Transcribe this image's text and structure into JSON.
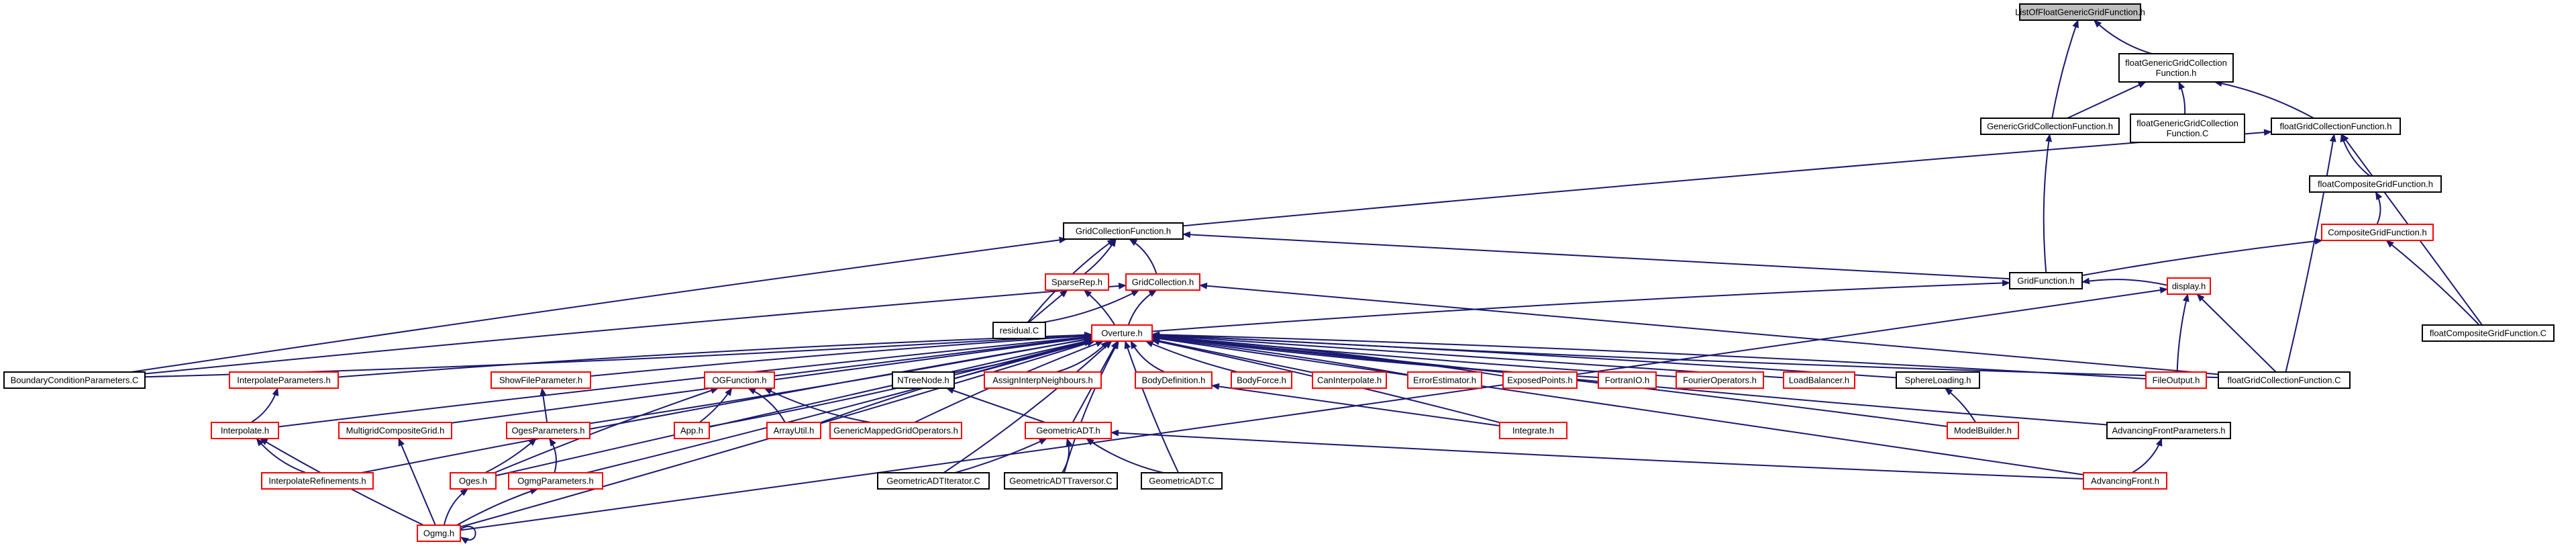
{
  "diagram": {
    "nodes": [
      {
        "id": "n0",
        "lines": [
          "ListOfFloatGenericGridFunction.h"
        ],
        "style": "root"
      },
      {
        "id": "n1",
        "lines": [
          "floatGenericGridCollection",
          "Function.h"
        ],
        "style": "black"
      },
      {
        "id": "n2",
        "lines": [
          "GenericGridCollectionFunction.h"
        ],
        "style": "black"
      },
      {
        "id": "n3",
        "lines": [
          "floatGenericGridCollection",
          "Function.C"
        ],
        "style": "black"
      },
      {
        "id": "n4",
        "lines": [
          "floatGridCollectionFunction.h"
        ],
        "style": "black"
      },
      {
        "id": "n5",
        "lines": [
          "floatCompositeGridFunction.h"
        ],
        "style": "black"
      },
      {
        "id": "n6",
        "lines": [
          "GridCollectionFunction.h"
        ],
        "style": "black"
      },
      {
        "id": "n7",
        "lines": [
          "CompositeGridFunction.h"
        ],
        "style": "red"
      },
      {
        "id": "n8",
        "lines": [
          "GridFunction.h"
        ],
        "style": "black"
      },
      {
        "id": "n9",
        "lines": [
          "SparseRep.h"
        ],
        "style": "red"
      },
      {
        "id": "n10",
        "lines": [
          "GridCollection.h"
        ],
        "style": "red"
      },
      {
        "id": "n11",
        "lines": [
          "residual.C"
        ],
        "style": "black"
      },
      {
        "id": "n12",
        "lines": [
          "display.h"
        ],
        "style": "red"
      },
      {
        "id": "n13",
        "lines": [
          "floatCompositeGridFunction.C"
        ],
        "style": "black"
      },
      {
        "id": "n14",
        "lines": [
          "Overture.h"
        ],
        "style": "red"
      },
      {
        "id": "n15",
        "lines": [
          "BoundaryConditionParameters.C"
        ],
        "style": "black"
      },
      {
        "id": "n16",
        "lines": [
          "InterpolateParameters.h"
        ],
        "style": "red"
      },
      {
        "id": "n17",
        "lines": [
          "ShowFileParameter.h"
        ],
        "style": "red"
      },
      {
        "id": "n18",
        "lines": [
          "OGFunction.h"
        ],
        "style": "red"
      },
      {
        "id": "n19",
        "lines": [
          "NTreeNode.h"
        ],
        "style": "black"
      },
      {
        "id": "n20",
        "lines": [
          "AssignInterpNeighbours.h"
        ],
        "style": "red"
      },
      {
        "id": "n21",
        "lines": [
          "BodyDefinition.h"
        ],
        "style": "red"
      },
      {
        "id": "n22",
        "lines": [
          "BodyForce.h"
        ],
        "style": "red"
      },
      {
        "id": "n23",
        "lines": [
          "CanInterpolate.h"
        ],
        "style": "red"
      },
      {
        "id": "n24",
        "lines": [
          "ErrorEstimator.h"
        ],
        "style": "red"
      },
      {
        "id": "n25",
        "lines": [
          "ExposedPoints.h"
        ],
        "style": "red"
      },
      {
        "id": "n26",
        "lines": [
          "FortranIO.h"
        ],
        "style": "red"
      },
      {
        "id": "n27",
        "lines": [
          "FourierOperators.h"
        ],
        "style": "red"
      },
      {
        "id": "n28",
        "lines": [
          "LoadBalancer.h"
        ],
        "style": "red"
      },
      {
        "id": "n29",
        "lines": [
          "SphereLoading.h"
        ],
        "style": "black"
      },
      {
        "id": "n30",
        "lines": [
          "FileOutput.h"
        ],
        "style": "red"
      },
      {
        "id": "n31",
        "lines": [
          "floatGridCollectionFunction.C"
        ],
        "style": "black"
      },
      {
        "id": "n32",
        "lines": [
          "Interpolate.h"
        ],
        "style": "red"
      },
      {
        "id": "n33",
        "lines": [
          "MultigridCompositeGrid.h"
        ],
        "style": "red"
      },
      {
        "id": "n34",
        "lines": [
          "OgesParameters.h"
        ],
        "style": "red"
      },
      {
        "id": "n35",
        "lines": [
          "App.h"
        ],
        "style": "red"
      },
      {
        "id": "n36",
        "lines": [
          "ArrayUtil.h"
        ],
        "style": "red"
      },
      {
        "id": "n37",
        "lines": [
          "GenericMappedGridOperators.h"
        ],
        "style": "red"
      },
      {
        "id": "n38",
        "lines": [
          "GeometricADT.h"
        ],
        "style": "red"
      },
      {
        "id": "n39",
        "lines": [
          "Integrate.h"
        ],
        "style": "red"
      },
      {
        "id": "n40",
        "lines": [
          "ModelBuilder.h"
        ],
        "style": "red"
      },
      {
        "id": "n41",
        "lines": [
          "AdvancingFrontParameters.h"
        ],
        "style": "black"
      },
      {
        "id": "n42",
        "lines": [
          "InterpolateRefinements.h"
        ],
        "style": "red"
      },
      {
        "id": "n43",
        "lines": [
          "Oges.h"
        ],
        "style": "red"
      },
      {
        "id": "n44",
        "lines": [
          "OgmgParameters.h"
        ],
        "style": "red"
      },
      {
        "id": "n45",
        "lines": [
          "GeometricADTIterator.C"
        ],
        "style": "black"
      },
      {
        "id": "n46",
        "lines": [
          "GeometricADTTraversor.C"
        ],
        "style": "black"
      },
      {
        "id": "n47",
        "lines": [
          "GeometricADT.C"
        ],
        "style": "black"
      },
      {
        "id": "n48",
        "lines": [
          "AdvancingFront.h"
        ],
        "style": "red"
      },
      {
        "id": "n49",
        "lines": [
          "Ogmg.h"
        ],
        "style": "red"
      }
    ],
    "edges": [
      [
        "n1",
        "n0"
      ],
      [
        "n2",
        "n0"
      ],
      [
        "n2",
        "n1"
      ],
      [
        "n3",
        "n1"
      ],
      [
        "n4",
        "n1"
      ],
      [
        "n5",
        "n4"
      ],
      [
        "n6",
        "n4"
      ],
      [
        "n13",
        "n4"
      ],
      [
        "n31",
        "n4"
      ],
      [
        "n7",
        "n5"
      ],
      [
        "n8",
        "n2"
      ],
      [
        "n8",
        "n7"
      ],
      [
        "n8",
        "n6"
      ],
      [
        "n9",
        "n6"
      ],
      [
        "n10",
        "n6"
      ],
      [
        "n11",
        "n6"
      ],
      [
        "n15",
        "n6"
      ],
      [
        "n11",
        "n9"
      ],
      [
        "n14",
        "n9"
      ],
      [
        "n11",
        "n10"
      ],
      [
        "n14",
        "n10"
      ],
      [
        "n15",
        "n10"
      ],
      [
        "n31",
        "n10"
      ],
      [
        "n13",
        "n7"
      ],
      [
        "n12",
        "n8"
      ],
      [
        "n14",
        "n8"
      ],
      [
        "n30",
        "n12"
      ],
      [
        "n31",
        "n12"
      ],
      [
        "n49",
        "n12"
      ],
      [
        "n15",
        "n14"
      ],
      [
        "n16",
        "n14"
      ],
      [
        "n17",
        "n14"
      ],
      [
        "n18",
        "n14"
      ],
      [
        "n19",
        "n14"
      ],
      [
        "n20",
        "n14"
      ],
      [
        "n21",
        "n14"
      ],
      [
        "n22",
        "n14"
      ],
      [
        "n23",
        "n14"
      ],
      [
        "n24",
        "n14"
      ],
      [
        "n25",
        "n14"
      ],
      [
        "n26",
        "n14"
      ],
      [
        "n27",
        "n14"
      ],
      [
        "n28",
        "n14"
      ],
      [
        "n29",
        "n14"
      ],
      [
        "n30",
        "n14"
      ],
      [
        "n31",
        "n14"
      ],
      [
        "n32",
        "n14"
      ],
      [
        "n33",
        "n14"
      ],
      [
        "n34",
        "n14"
      ],
      [
        "n35",
        "n14"
      ],
      [
        "n36",
        "n14"
      ],
      [
        "n37",
        "n14"
      ],
      [
        "n38",
        "n14"
      ],
      [
        "n39",
        "n14"
      ],
      [
        "n40",
        "n14"
      ],
      [
        "n41",
        "n14"
      ],
      [
        "n42",
        "n14"
      ],
      [
        "n43",
        "n14"
      ],
      [
        "n44",
        "n14"
      ],
      [
        "n45",
        "n14"
      ],
      [
        "n46",
        "n14"
      ],
      [
        "n47",
        "n14"
      ],
      [
        "n48",
        "n14"
      ],
      [
        "n49",
        "n14"
      ],
      [
        "n32",
        "n16"
      ],
      [
        "n42",
        "n32"
      ],
      [
        "n49",
        "n32"
      ],
      [
        "n34",
        "n17"
      ],
      [
        "n43",
        "n34"
      ],
      [
        "n44",
        "n34"
      ],
      [
        "n49",
        "n43"
      ],
      [
        "n49",
        "n44"
      ],
      [
        "n49",
        "n33"
      ],
      [
        "n35",
        "n18"
      ],
      [
        "n36",
        "n18"
      ],
      [
        "n37",
        "n18"
      ],
      [
        "n43",
        "n18"
      ],
      [
        "n38",
        "n19"
      ],
      [
        "n45",
        "n38"
      ],
      [
        "n46",
        "n38"
      ],
      [
        "n47",
        "n38"
      ],
      [
        "n48",
        "n38"
      ],
      [
        "n39",
        "n21"
      ],
      [
        "n40",
        "n29"
      ],
      [
        "n48",
        "n41"
      ],
      [
        "n49",
        "n49"
      ]
    ]
  },
  "colors": {
    "edge": "#191970",
    "node_border_black": "#000000",
    "node_border_red": "#ff0000",
    "root_fill": "#bfbfbf",
    "node_fill": "#ffffff"
  }
}
